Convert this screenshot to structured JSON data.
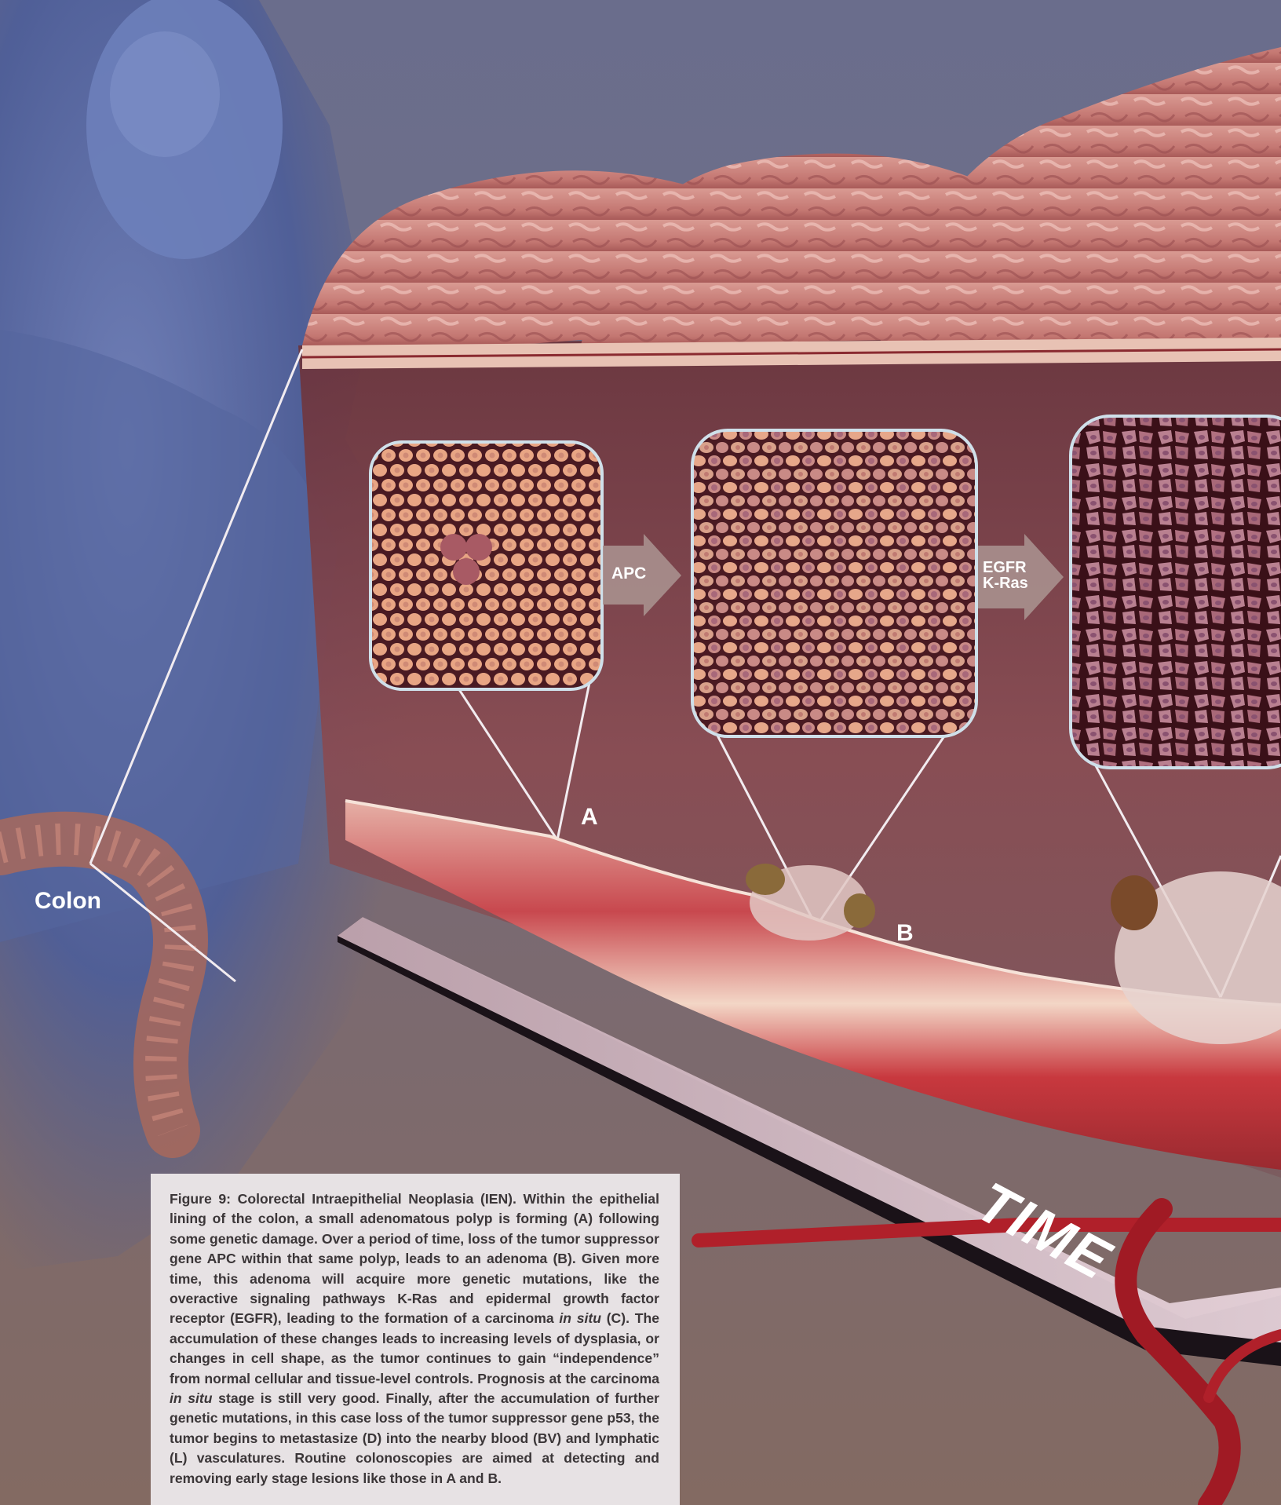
{
  "labels": {
    "colon": "Colon",
    "a": "A",
    "b": "B",
    "time": "TIME"
  },
  "arrows": {
    "apc": "APC",
    "egfr_line1": "EGFR",
    "egfr_line2": "K-Ras"
  },
  "caption": {
    "title": "Figure 9: Colorectal Intraepithelial Neoplasia (IEN).",
    "part1": " Within the epithelial lining of the colon, a small adenomatous polyp is forming (A) following some genetic damage. Over a period of time, loss of the tumor suppressor gene APC within that same polyp, leads to an adenoma (B). Given more time, this adenoma will acquire more genetic mutations, like the overactive signaling pathways K-Ras and epidermal growth factor receptor (EGFR), leading to the formation of a carcinoma ",
    "italic1": "in situ",
    "part2": " (C). The accumulation of these changes leads to increasing levels of dysplasia, or changes in cell shape, as the tumor continues to gain “independence” from normal cellular and tissue-level controls. Prognosis at the carcinoma ",
    "italic2": "in situ",
    "part3": " stage is still very good. Finally, after the accumulation of further genetic mutations, in this case loss of the tumor suppressor gene p53, the tumor begins to metastasize (D) into the nearby blood (BV) and lymphatic (L) vasculatures. Routine colonoscopies are aimed at detecting and removing early stage lesions like those in A and B."
  },
  "colors": {
    "background_top": "#6a6d8c",
    "tissue": "#c97a78",
    "cell_normal": "#e8a584",
    "cell_dysplastic": "#b07080",
    "membrane": "#4a1a22",
    "caption_bg": "#e7e2e4",
    "vessel": "#b0202a"
  }
}
